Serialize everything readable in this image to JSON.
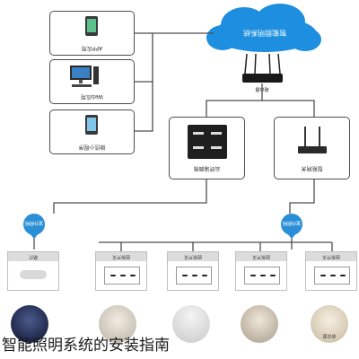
{
  "cloud": {
    "label": "智能照明系统"
  },
  "router": {
    "label": "路由器"
  },
  "access": [
    {
      "label": "APP应用",
      "icon": "smartphone-icon"
    },
    {
      "label": "Web应用",
      "icon": "desktop-computer-icon"
    },
    {
      "label": "微信小程序",
      "icon": "wechat-phone-icon"
    }
  ],
  "hubs": {
    "left": {
      "label": "云终端面板",
      "icon": "switch-panel-icon"
    },
    "right": {
      "label": "智能网关",
      "icon": "gateway-icon"
    }
  },
  "zones": {
    "left": {
      "label": "室外照明"
    },
    "right": {
      "label": "室内照明"
    }
  },
  "devices": [
    {
      "label": "路灯",
      "icon": "street-lamp-icon"
    },
    {
      "label": "面板开关",
      "icon": "wall-switch-icon"
    },
    {
      "label": "面板开关",
      "icon": "wall-switch-icon"
    },
    {
      "label": "面板开关",
      "icon": "wall-switch-icon"
    },
    {
      "label": "面板开关",
      "icon": "wall-switch-icon"
    }
  ],
  "photos": [
    {
      "label": "",
      "icon": "night-street-photo"
    },
    {
      "label": "",
      "icon": "office-photo"
    },
    {
      "label": "",
      "icon": "hall-photo"
    },
    {
      "label": "",
      "icon": "meeting-room-photo"
    },
    {
      "label": "会议室",
      "icon": "conference-room-photo"
    }
  ],
  "caption": "智能照明系统的安装指南",
  "colors": {
    "cloud": "#1e8fe0",
    "line": "#4d4d4d",
    "zone": "#2a8fd6"
  }
}
